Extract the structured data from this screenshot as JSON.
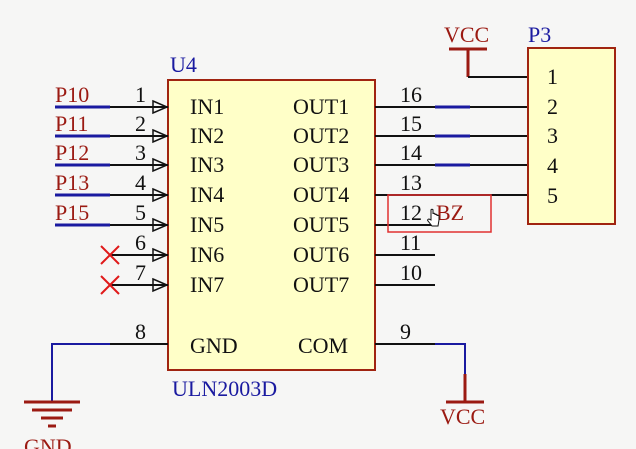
{
  "component": {
    "designator": "U4",
    "part_number": "ULN2003D",
    "inputs": [
      {
        "pin": "1",
        "name": "IN1",
        "net": "P10",
        "nc": false
      },
      {
        "pin": "2",
        "name": "IN2",
        "net": "P11",
        "nc": false
      },
      {
        "pin": "3",
        "name": "IN3",
        "net": "P12",
        "nc": false
      },
      {
        "pin": "4",
        "name": "IN4",
        "net": "P13",
        "nc": false
      },
      {
        "pin": "5",
        "name": "IN5",
        "net": "P15",
        "nc": false
      },
      {
        "pin": "6",
        "name": "IN6",
        "net": "",
        "nc": true
      },
      {
        "pin": "7",
        "name": "IN7",
        "net": "",
        "nc": true
      }
    ],
    "outputs": [
      {
        "pin": "16",
        "name": "OUT1"
      },
      {
        "pin": "15",
        "name": "OUT2"
      },
      {
        "pin": "14",
        "name": "OUT3"
      },
      {
        "pin": "13",
        "name": "OUT4"
      },
      {
        "pin": "12",
        "name": "OUT5"
      },
      {
        "pin": "11",
        "name": "OUT6"
      },
      {
        "pin": "10",
        "name": "OUT7"
      }
    ],
    "gnd_pin": {
      "pin": "8",
      "name": "GND"
    },
    "com_pin": {
      "pin": "9",
      "name": "COM"
    }
  },
  "connector": {
    "designator": "P3",
    "pins": [
      "1",
      "2",
      "3",
      "4",
      "5"
    ]
  },
  "power": {
    "vcc_top": "VCC",
    "vcc_bottom": "VCC",
    "gnd": "GND"
  },
  "annotation": {
    "label": "BZ"
  },
  "colors": {
    "body_fill": "#ffffc8",
    "body_stroke": "#a02410",
    "wire_blue": "#1a1aa0",
    "net_label": "#9b1a12",
    "nc_cross": "#e01a1a",
    "highlight_box": "#e03030"
  }
}
